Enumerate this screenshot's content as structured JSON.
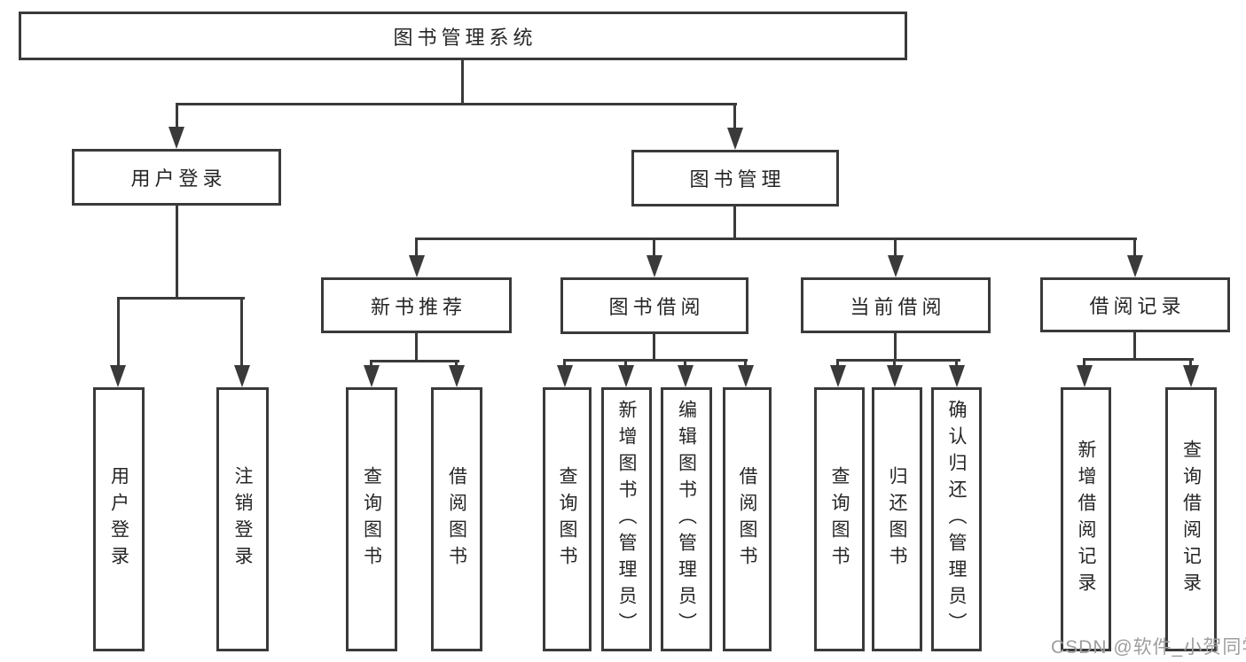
{
  "diagram": {
    "root": {
      "label": "图书管理系统"
    },
    "level2": {
      "user_login": {
        "label": "用户登录"
      },
      "book_mgmt": {
        "label": "图书管理"
      }
    },
    "level3": {
      "new_book_rec": {
        "label": "新书推荐"
      },
      "book_borrow": {
        "label": "图书借阅"
      },
      "current_borrow": {
        "label": "当前借阅"
      },
      "borrow_records": {
        "label": "借阅记录"
      }
    },
    "leaves": {
      "user_login_leaf": {
        "label": "用户登录"
      },
      "logout_leaf": {
        "label": "注销登录"
      },
      "nb_query_books": {
        "label": "查询图书"
      },
      "nb_borrow_books": {
        "label": "借阅图书"
      },
      "bb_query_books": {
        "label": "查询图书"
      },
      "bb_add_books_admin": {
        "label": "新增图书（管理员）"
      },
      "bb_edit_books_admin": {
        "label": "编辑图书（管理员）"
      },
      "bb_borrow_books": {
        "label": "借阅图书"
      },
      "cb_query_books": {
        "label": "查询图书"
      },
      "cb_return_books": {
        "label": "归还图书"
      },
      "cb_confirm_return_admin": {
        "label": "确认归还（管理员）"
      },
      "br_add_record": {
        "label": "新增借阅记录"
      },
      "br_query_record": {
        "label": "查询借阅记录"
      }
    }
  },
  "watermark": {
    "text": "CSDN @软件_小贺同学"
  },
  "colors": {
    "line": "#3a3a3a",
    "text": "#262626",
    "background": "#ffffff",
    "watermark": "#9e9e9e"
  }
}
